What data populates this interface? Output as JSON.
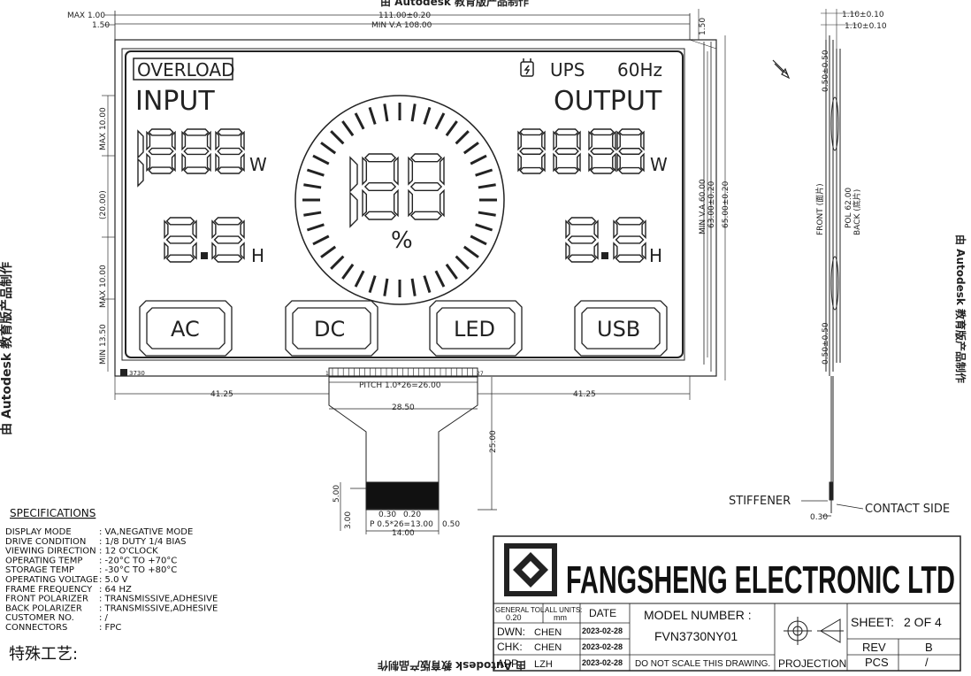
{
  "watermark": {
    "top": "由 Autodesk 教育版产品制作",
    "bottom": "由 Autodesk 教育版产品制作",
    "left": "由 Autodesk 教育版产品制作",
    "right": "由 Autodesk 教育版产品制作"
  },
  "dimensions": {
    "max_top": "MAX 1.00",
    "top_left_150": "1.50",
    "overall_width": "111.00±0.20",
    "va_width": "MIN V.A 108.00",
    "top_right_150": "1.50",
    "max_10_top": "MAX 10.00",
    "mid_20": "(20.00)",
    "max_10_bot": "MAX 10.00",
    "min_1350": "MIN 13.50",
    "va_height": "MIN V.A 60.00",
    "height_63": "63.00±0.20",
    "height_65": "65.00±0.20",
    "left_4125": "41.25",
    "right_4125": "41.25",
    "pitch": "PITCH 1.0*26=26.00",
    "fpc_width": "28.50",
    "fpc_len": "25.00",
    "tail_5": "5.00",
    "tail_3": "3.00",
    "p030": "0.30",
    "p020": "0.20",
    "p_pitch": "P 0.5*26=13.00",
    "p050": "0.50",
    "tail_width": "14.00",
    "pin1": "1",
    "pin27": "27",
    "part_tag": "3730"
  },
  "side_view": {
    "t1": "1.10±0.10",
    "t2": "1.10±0.10",
    "upper": "0.50±0.50",
    "lower": "0.50±0.50",
    "front": "FRONT (面片)",
    "pol": "POL 62.00",
    "back": "BACK (底片)",
    "stiffener": "STIFFENER",
    "stiff_dim": "0.30",
    "contact": "CONTACT SIDE"
  },
  "lcd": {
    "overload": "OVERLOAD",
    "ups": "UPS",
    "hz": "60Hz",
    "input": "INPUT",
    "output": "OUTPUT",
    "w_left": "W",
    "w_right": "W",
    "h_left": "H",
    "h_right": "H",
    "percent": "%",
    "btn_ac": "AC",
    "btn_dc": "DC",
    "btn_led": "LED",
    "btn_usb": "USB"
  },
  "specs": {
    "heading": "SPECIFICATIONS",
    "rows": [
      {
        "k": "DISPLAY MODE",
        "v": ": VA,NEGATIVE MODE"
      },
      {
        "k": "DRIVE CONDITION",
        "v": ": 1/8 DUTY 1/4 BIAS"
      },
      {
        "k": "VIEWING DIRECTION",
        "v": ": 12 O'CLOCK"
      },
      {
        "k": "OPERATING TEMP",
        "v": ": -20°C TO +70°C"
      },
      {
        "k": "STORAGE TEMP",
        "v": ": -30°C TO +80°C"
      },
      {
        "k": "OPERATING VOLTAGE",
        "v": ": 5.0 V"
      },
      {
        "k": "FRAME FREQUENCY",
        "v": ": 64 HZ"
      },
      {
        "k": "FRONT POLARIZER",
        "v": ": TRANSMISSIVE,ADHESIVE"
      },
      {
        "k": "BACK POLARIZER",
        "v": ": TRANSMISSIVE,ADHESIVE"
      },
      {
        "k": "CUSTOMER NO.",
        "v": ": /"
      },
      {
        "k": "CONNECTORS",
        "v": ": FPC"
      }
    ],
    "special": "特殊工艺:"
  },
  "titleblock": {
    "company": "FANGSHENG ELECTRONIC LTD",
    "gen_tol": "GENERAL TOL.",
    "gen_tol_val": "0.20",
    "units": "ALL UNITS:",
    "units_val": "mm",
    "date_h": "DATE",
    "dwn": "DWN:",
    "dwn_name": "CHEN",
    "dwn_date": "2023-02-28",
    "chk": "CHK:",
    "chk_name": "CHEN",
    "chk_date": "2023-02-28",
    "app": "APP:",
    "app_name": "LZH",
    "app_date": "2023-02-28",
    "model_h": "MODEL NUMBER :",
    "model": "FVN3730NY01",
    "no_scale": "DO NOT SCALE THIS DRAWING.",
    "projection": "PROJECTION",
    "sheet_h": "SHEET:",
    "sheet": "2 OF 4",
    "rev_h": "REV",
    "rev": "B",
    "pcs_h": "PCS",
    "pcs": "/"
  }
}
